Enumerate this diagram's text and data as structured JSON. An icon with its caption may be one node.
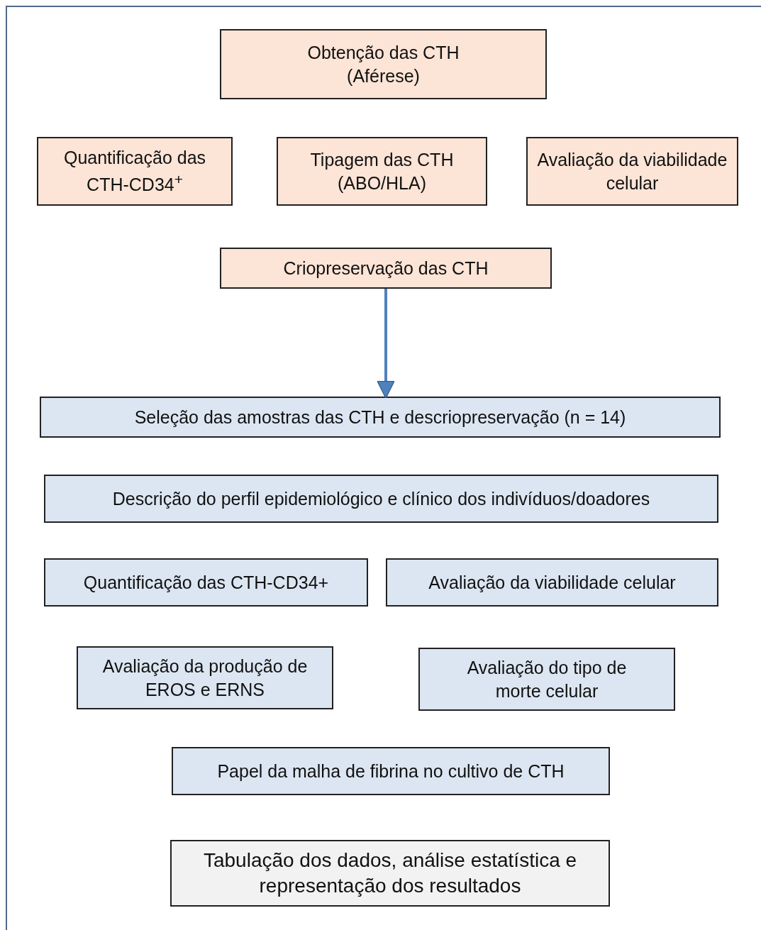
{
  "diagram": {
    "nodes": [
      {
        "text": [
          "Obtenção das CTH (Aférese)"
        ]
      },
      {
        "text": [
          "Quantificação das CTH-CD34$^{+}$"
        ]
      },
      {
        "text": [
          "Tipagem das CTH (ABO/HLA)"
        ]
      },
      {
        "text": [
          "Avaliação da viabilidade celular"
        ]
      },
      {
        "text": [
          "Criopreservação das CTH"
        ]
      },
      {
        "text": [
          "Seleção das amostras das CTH e descriopreservação (n = 14)"
        ]
      },
      {
        "text": [
          "Descrição do perfil epidemiológico e clínico dos indivíduos/doadores"
        ]
      },
      {
        "text": [
          "Quantificação das CTH-CD34+"
        ]
      },
      {
        "text": [
          "Avaliação da viabilidade celular"
        ]
      },
      {
        "text": [
          "Avaliação da produção de EROS e ERNS"
        ]
      },
      {
        "text": [
          "Avaliação do tipo de morte celular"
        ]
      },
      {
        "text": [
          "Papel da malha de fibrina no cultivo de CTH"
        ]
      },
      {
        "text": [
          "Tabulação dos dados, análise estatística e representação dos resultados"
        ]
      }
    ],
    "edges": [
      {
        "from": 4,
        "to": 5,
        "arrow": "to",
        "color": "#4f81bd"
      }
    ]
  }
}
